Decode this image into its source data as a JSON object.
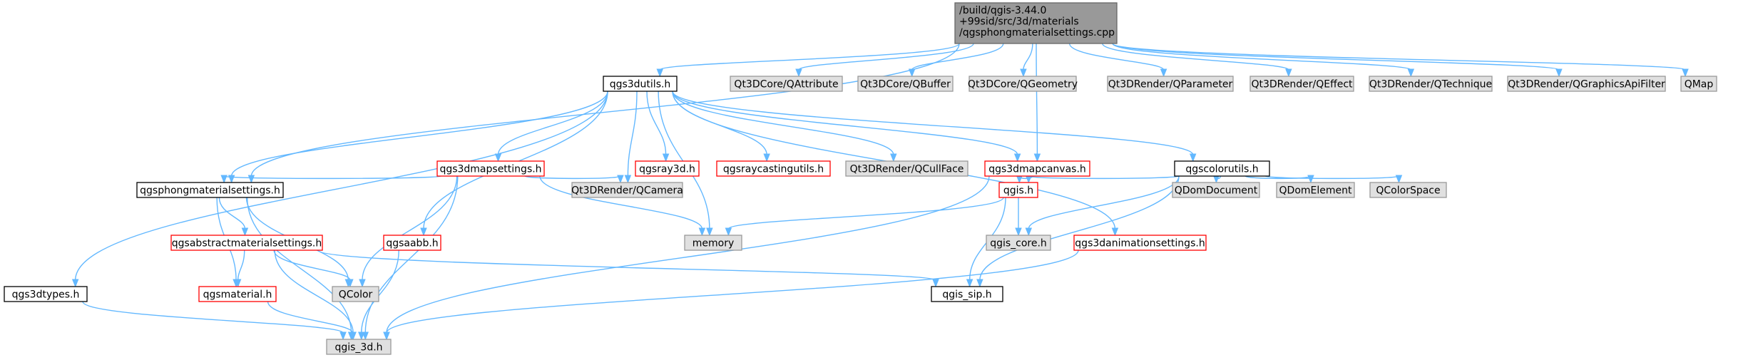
{
  "colors": {
    "root_fill": "#999999",
    "root_stroke": "#666666",
    "file_fill": "#ffffff",
    "file_stroke": "#000000",
    "missing_fill": "#ffffff",
    "missing_stroke": "#ff0000",
    "external_fill": "#e0e0e0",
    "external_stroke": "#999999",
    "edge": "#63b8ff"
  },
  "nodes": [
    {
      "id": "root",
      "label": "/build/qgis-3.44.0\n+99sid/src/3d/materials\n/qgsphongmaterialsettings.cpp",
      "kind": "root"
    },
    {
      "id": "qgs3dutils",
      "label": "qgs3dutils.h",
      "kind": "file"
    },
    {
      "id": "qattribute",
      "label": "Qt3DCore/QAttribute",
      "kind": "external"
    },
    {
      "id": "qbuffer",
      "label": "Qt3DCore/QBuffer",
      "kind": "external"
    },
    {
      "id": "qgeometry",
      "label": "Qt3DCore/QGeometry",
      "kind": "external"
    },
    {
      "id": "qparameter",
      "label": "Qt3DRender/QParameter",
      "kind": "external"
    },
    {
      "id": "qeffect",
      "label": "Qt3DRender/QEffect",
      "kind": "external"
    },
    {
      "id": "qtechnique",
      "label": "Qt3DRender/QTechnique",
      "kind": "external"
    },
    {
      "id": "qgraphicsapifilter",
      "label": "Qt3DRender/QGraphicsApiFilter",
      "kind": "external"
    },
    {
      "id": "qmap",
      "label": "QMap",
      "kind": "external"
    },
    {
      "id": "qgs3dmapsettings",
      "label": "qgs3dmapsettings.h",
      "kind": "missing"
    },
    {
      "id": "qgsray3d",
      "label": "qgsray3d.h",
      "kind": "missing"
    },
    {
      "id": "qgsraycastingutils",
      "label": "qgsraycastingutils.h",
      "kind": "missing"
    },
    {
      "id": "qcullface",
      "label": "Qt3DRender/QCullFace",
      "kind": "external"
    },
    {
      "id": "qgs3dmapcanvas",
      "label": "qgs3dmapcanvas.h",
      "kind": "missing"
    },
    {
      "id": "qgscolorutils",
      "label": "qgscolorutils.h",
      "kind": "file"
    },
    {
      "id": "qgsphongmaterialsettings",
      "label": "qgsphongmaterialsettings.h",
      "kind": "file"
    },
    {
      "id": "qcamera",
      "label": "Qt3DRender/QCamera",
      "kind": "external"
    },
    {
      "id": "qgis",
      "label": "qgis.h",
      "kind": "missing"
    },
    {
      "id": "qdomdocument",
      "label": "QDomDocument",
      "kind": "external"
    },
    {
      "id": "qdomelement",
      "label": "QDomElement",
      "kind": "external"
    },
    {
      "id": "qcolorspace",
      "label": "QColorSpace",
      "kind": "external"
    },
    {
      "id": "qgsabstractmaterialsettings",
      "label": "qgsabstractmaterialsettings.h",
      "kind": "missing"
    },
    {
      "id": "qgsaabb",
      "label": "qgsaabb.h",
      "kind": "missing"
    },
    {
      "id": "memory",
      "label": "memory",
      "kind": "external"
    },
    {
      "id": "qgis_core",
      "label": "qgis_core.h",
      "kind": "external"
    },
    {
      "id": "qgs3danimationsettings",
      "label": "qgs3danimationsettings.h",
      "kind": "missing"
    },
    {
      "id": "qgs3dtypes",
      "label": "qgs3dtypes.h",
      "kind": "file"
    },
    {
      "id": "qgsmaterial",
      "label": "qgsmaterial.h",
      "kind": "missing"
    },
    {
      "id": "qcolor",
      "label": "QColor",
      "kind": "external"
    },
    {
      "id": "qgis_sip",
      "label": "qgis_sip.h",
      "kind": "file"
    },
    {
      "id": "qgis_3d",
      "label": "qgis_3d.h",
      "kind": "external"
    }
  ],
  "edges": [
    [
      "root",
      "qgs3dutils"
    ],
    [
      "root",
      "qattribute"
    ],
    [
      "root",
      "qbuffer"
    ],
    [
      "root",
      "qgeometry"
    ],
    [
      "root",
      "qparameter"
    ],
    [
      "root",
      "qeffect"
    ],
    [
      "root",
      "qtechnique"
    ],
    [
      "root",
      "qgraphicsapifilter"
    ],
    [
      "root",
      "qmap"
    ],
    [
      "root",
      "qgsphongmaterialsettings"
    ],
    [
      "root",
      "qgs3dmapcanvas"
    ],
    [
      "qgs3dutils",
      "qgs3dmapsettings"
    ],
    [
      "qgs3dutils",
      "qgsray3d"
    ],
    [
      "qgs3dutils",
      "qgsraycastingutils"
    ],
    [
      "qgs3dutils",
      "qcullface"
    ],
    [
      "qgs3dutils",
      "qgs3dmapcanvas"
    ],
    [
      "qgs3dutils",
      "qgscolorutils"
    ],
    [
      "qgs3dutils",
      "qgsphongmaterialsettings"
    ],
    [
      "qgs3dutils",
      "qcamera"
    ],
    [
      "qgs3dutils",
      "qgsaabb"
    ],
    [
      "qgs3dutils",
      "memory"
    ],
    [
      "qgs3dutils",
      "qgs3danimationsettings"
    ],
    [
      "qgs3dutils",
      "qgs3dtypes"
    ],
    [
      "qgs3dmapsettings",
      "qgsphongmaterialsettings"
    ],
    [
      "qgs3dmapsettings",
      "qcamera"
    ],
    [
      "qgs3dmapsettings",
      "memory"
    ],
    [
      "qgs3dmapsettings",
      "qcolor"
    ],
    [
      "qgs3dmapsettings",
      "qgis_3d"
    ],
    [
      "qgs3dmapcanvas",
      "qgis"
    ],
    [
      "qgs3dmapcanvas",
      "qgis_3d"
    ],
    [
      "qgscolorutils",
      "qgis"
    ],
    [
      "qgscolorutils",
      "qdomdocument"
    ],
    [
      "qgscolorutils",
      "qdomelement"
    ],
    [
      "qgscolorutils",
      "qcolorspace"
    ],
    [
      "qgscolorutils",
      "qgis_core"
    ],
    [
      "qgscolorutils",
      "qgis_sip"
    ],
    [
      "qgsphongmaterialsettings",
      "qgsabstractmaterialsettings"
    ],
    [
      "qgsphongmaterialsettings",
      "qgsmaterial"
    ],
    [
      "qgsphongmaterialsettings",
      "qcolor"
    ],
    [
      "qgsphongmaterialsettings",
      "qgis_3d"
    ],
    [
      "qgis",
      "memory"
    ],
    [
      "qgis",
      "qgis_core"
    ],
    [
      "qgis",
      "qgis_sip"
    ],
    [
      "qgsabstractmaterialsettings",
      "qgsmaterial"
    ],
    [
      "qgsabstractmaterialsettings",
      "qcolor"
    ],
    [
      "qgsabstractmaterialsettings",
      "qgis_sip"
    ],
    [
      "qgsabstractmaterialsettings",
      "qgis_3d"
    ],
    [
      "qgsaabb",
      "qgis_3d"
    ],
    [
      "qgs3danimationsettings",
      "qgis_3d"
    ],
    [
      "qgs3dtypes",
      "qgis_3d"
    ],
    [
      "qgsmaterial",
      "qgis_3d"
    ]
  ]
}
